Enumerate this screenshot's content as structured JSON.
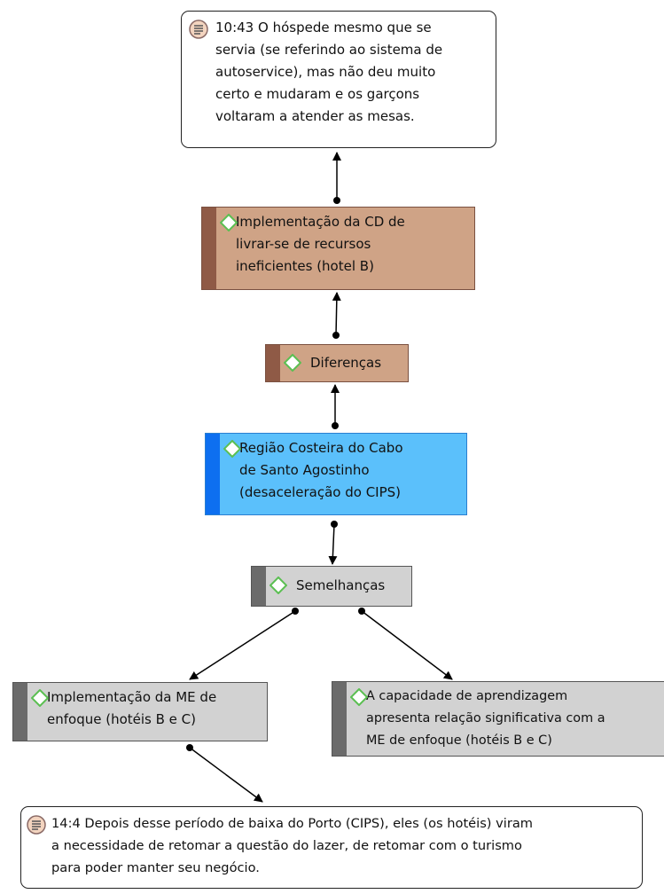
{
  "colors": {
    "brown_fill": "#cfa386",
    "brown_bar": "#8f5a46",
    "blue_fill": "#5bc0fb",
    "blue_bar": "#0d6ff0",
    "gray_fill": "#d2d2d2",
    "gray_bar": "#6b6b6b",
    "diamond": "#5bbf52"
  },
  "quotes": {
    "top": {
      "icon": "quote-document-icon",
      "text": "10:43 O hóspede mesmo que se\nservia (se referindo ao sistema de\nautoservice), mas não deu muito\ncerto e mudaram e os garçons\nvoltaram a atender as mesas."
    },
    "bottom": {
      "icon": "quote-document-icon",
      "text": "14:4 Depois desse período de baixa do Porto (CIPS), eles (os hotéis) viram\na necessidade de retomar a questão do lazer, de retomar com o turismo\npara poder manter seu negócio."
    }
  },
  "codes": {
    "implementacao_cd": {
      "icon": "code-diamond-icon",
      "text": "Implementação da CD de\nlivrar-se de recursos\nineficientes (hotel B)"
    },
    "diferencas": {
      "icon": "code-diamond-icon",
      "text": "Diferenças"
    },
    "regiao": {
      "icon": "code-diamond-icon",
      "text": "Região Costeira do Cabo\nde Santo Agostinho\n(desaceleração do CIPS)"
    },
    "semelhancas": {
      "icon": "code-diamond-icon",
      "text": "Semelhanças"
    },
    "implementacao_me": {
      "icon": "code-diamond-icon",
      "text": "Implementação da ME de\nenfoque (hotéis B e C)"
    },
    "capacidade": {
      "icon": "code-diamond-icon",
      "text": "A capacidade de aprendizagem\napresenta relação significativa com a\nME de enfoque (hotéis B e C)"
    }
  }
}
